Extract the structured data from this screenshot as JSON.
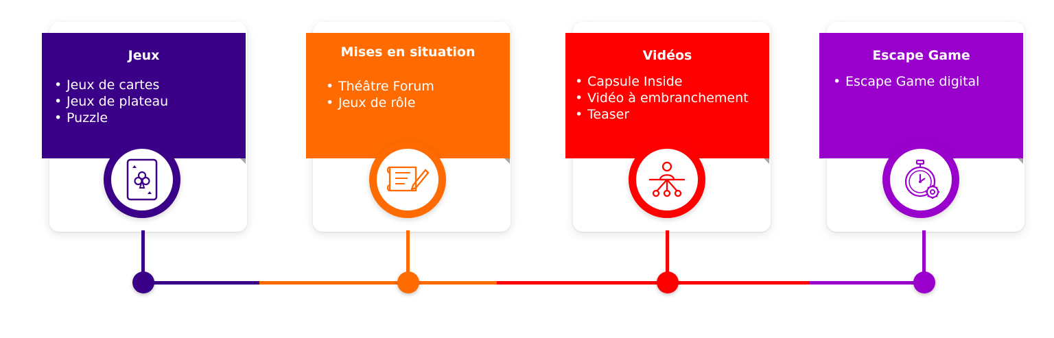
{
  "colors": {
    "jeux": "#3a0087",
    "mises": "#ff6b00",
    "videos": "#fe0000",
    "escape": "#9a00cc"
  },
  "cards": [
    {
      "title": "Jeux",
      "items": [
        "Jeux de cartes",
        "Jeux de plateau",
        "Puzzle"
      ],
      "icon": "playing-card-club-icon"
    },
    {
      "title": "Mises en situation",
      "items": [
        "Théâtre Forum",
        "Jeux de rôle"
      ],
      "icon": "scroll-pencil-icon"
    },
    {
      "title": "Vidéos",
      "items": [
        "Capsule Inside",
        "Vidéo à embranchement",
        "Teaser"
      ],
      "icon": "network-nodes-icon"
    },
    {
      "title": "Escape Game",
      "items": [
        "Escape Game digital"
      ],
      "icon": "stopwatch-gear-icon"
    }
  ]
}
